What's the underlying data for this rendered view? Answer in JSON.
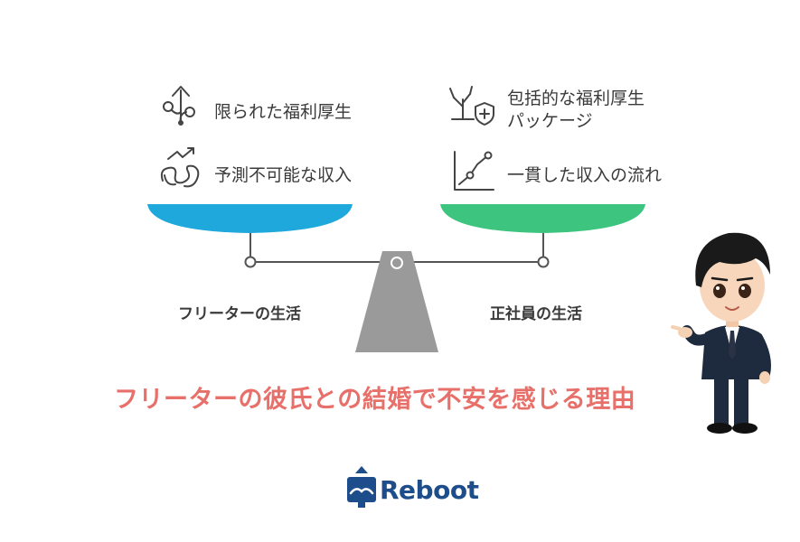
{
  "left": {
    "label": "フリーターの生活",
    "items": [
      {
        "text": "限られた福利厚生",
        "icon": "sprout-arrow-icon"
      },
      {
        "text": "予測不可能な収入",
        "icon": "tangled-arrow-icon"
      }
    ],
    "pan_color": "#1ea8dc"
  },
  "right": {
    "label": "正社員の生活",
    "items": [
      {
        "text_line1": "包括的な福利厚生",
        "text_line2": "パッケージ",
        "icon": "tree-shield-icon"
      },
      {
        "text": "一貫した収入の流れ",
        "icon": "line-graph-icon"
      }
    ],
    "pan_color": "#3dc47e"
  },
  "headline": "フリーターの彼氏との結婚で不安を感じる理由",
  "logo": {
    "text": "Reboot",
    "color": "#1e4d8c"
  },
  "colors": {
    "beam": "#555555",
    "fulcrum": "#9a9a9a",
    "headline": "#e8706a"
  }
}
